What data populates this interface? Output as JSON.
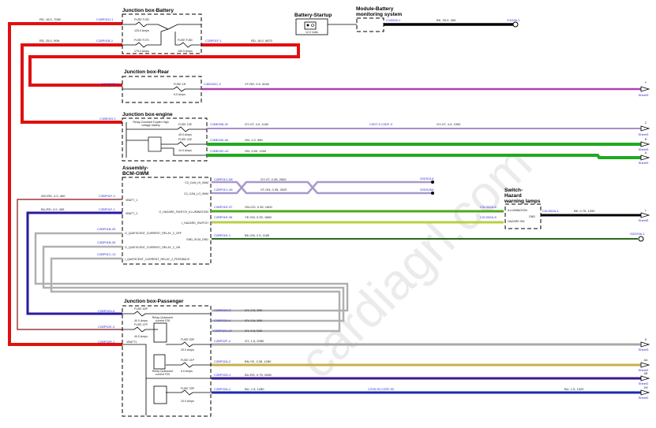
{
  "watermark": "cardiagrl.com",
  "components": {
    "jb_battery": {
      "title": "Junction box-Battery",
      "fuse1": "FUSE FJ30",
      "fuse1_amps": "125.0 Amps",
      "fuse2": "FUSE FJ70",
      "fuse2_amps": "175.0 Amps",
      "fuse3": "FUSE FJ80",
      "fuse3_amps": "150.0 Amps"
    },
    "battery_startup": {
      "title": "Battery-Startup",
      "voltage": "12.0 Volts"
    },
    "bms": {
      "title1": "Module-Battery",
      "title2": "monitoring system"
    },
    "jb_rear": {
      "title": "Junction box-Rear",
      "fuse": "FUSE 1R",
      "fuse_amps": "5.0 Amps"
    },
    "jb_engine": {
      "title": "Junction box-engine",
      "relay": "Relay-Constant Duplex High voltage battery",
      "fuse1": "FUSE 12E",
      "fuse1_amps": "40.0 Amps",
      "fuse2": "FUSE 42E",
      "fuse2_amps": "10.0 Amps"
    },
    "bcm": {
      "title1": "Assembly-",
      "title2": "BCM-GWM",
      "pins": [
        "C0_CAN_HI_0MM",
        "C0_CAN_LO_0MM",
        "VBATT_1",
        "VBATT_2",
        "O_HAZARD_SWITCH_ILLUMINATION",
        "I_HAZARD_SWITCH",
        "O_QUIESCENT_CURRENT_RELAY_2_OFF",
        "GND_SCM_GND",
        "O_QUIESCENT_CURRENT_RELAY_2_ON",
        "I_QUIESCENT_CURRENT_RELAY_2_FEEDBACK"
      ]
    },
    "hazard_switch": {
      "title1": "Switch-",
      "title2": "Hazard",
      "title3": "warning lamps",
      "pin1": "ILLUMINATION",
      "pin2": "GND",
      "pin3": "HAZARD SW"
    },
    "jb_passenger": {
      "title": "Junction box-Passenger",
      "fuse1": "FUSE 40P",
      "fuse1_amps": "40.0 Amps",
      "fuse2": "FUSE 47P",
      "fuse2_amps": "40.0 Amps",
      "vbatt": "VBATT1",
      "relay1": "Relay-Quiescent current F28",
      "fuse3": "FUSE 53P",
      "fuse3_amps": "20.0 Amps",
      "fuse4": "FUSE 21P",
      "fuse4_amps": "5.0 Amps",
      "relay2": "Relay-Quiescent current F20",
      "fuse5": "FUSE 33P",
      "fuse5_amps": "10.0 Amps"
    }
  },
  "wires": {
    "w1": {
      "from": "C1BP01D-1",
      "spec": "RD, 16.0, 7080",
      "color": "#e01010"
    },
    "w2": {
      "from": "C1BP01B-1",
      "spec": "RD, 25.0, 90N",
      "color": "#e01010"
    },
    "w3": {
      "from": "C1BP01F-1",
      "spec": "RD, 16.0, 6870",
      "color": "#e01010"
    },
    "w4": {
      "from": "C10D05-1",
      "to": "G1D08-1",
      "spec": "BK, 35.0, 465",
      "color": "#000000"
    },
    "w5": {
      "from": "C4WR02E-1",
      "out": "C4BO02C-2",
      "spec": "VT-RD, 0.5, 4040",
      "dest": "Y",
      "sheet": "Sheet3",
      "color": "#b040b0"
    },
    "w6": {
      "from": "C1BE003-1"
    },
    "w7": {
      "from": "C1BE008-32",
      "splice": "C2DT-3  C2DF-3",
      "spec": "GY-VT, 4.0, 1160",
      "spec2": "GY-VT, 4.0, 1900",
      "dest": "C",
      "sheet": "Sheet3",
      "color": "#a890c8"
    },
    "w8": {
      "from": "C1BE030-48",
      "spec": "GN, 1.0, 980",
      "dest": "B",
      "sheet": "Sheet3",
      "color": "#1faa1f"
    },
    "w9": {
      "from": "C1BE03C-42",
      "spec": "GN, 0.50, 1290",
      "dest": "A",
      "sheet": "Sheet3",
      "color": "#1faa1f"
    },
    "can_hi": {
      "from": "C2BP01C-58",
      "spec": "GY-VT, 0.35, 2600",
      "to": "S2DS21A",
      "color": "#a898cc"
    },
    "can_lo": {
      "from": "C2BP01C-46",
      "spec": "VT-GN, 0.35, 2520",
      "to": "S2DS26A",
      "color": "#a898cc"
    },
    "vbatt1": {
      "from": "C2BP01F-2",
      "spec": "WH-RD, 4.0, 460",
      "color": "#8a1010"
    },
    "vbatt2": {
      "from": "C2BP01F-1",
      "spec": "BU-RD, 4.0, 465",
      "color": "#2a1aa0"
    },
    "illum": {
      "from": "C2BP01E-37",
      "spec": "GN-OG, 0.35, 1600",
      "to": "C2LS02A-6",
      "color": "#4fa81a"
    },
    "hazsw": {
      "from": "C2BP01E-36",
      "spec": "YE-GN, 0.35, 1880",
      "to": "C2LS02A-5",
      "color": "#b8d040"
    },
    "gnd": {
      "from": "C2BP01E-1",
      "spec": "BK-GN, 2.5, 1180",
      "to": "G2D20A-1",
      "color": "#2a6a1a"
    },
    "haz_out": {
      "from": "C2LS02A-1",
      "spec": "BK, 0.75, 1290",
      "dest": "L",
      "sheet": "Sheet5",
      "color": "#000000"
    },
    "q_off": {
      "from": "C2BP01B-25"
    },
    "q_on": {
      "from": "C2BP01B-39"
    },
    "q_fb": {
      "from": "C2BP01C-12"
    },
    "p_in1": {
      "from": "C2BP02H-5"
    },
    "p_in2": {
      "from": "C2BP02K-3"
    },
    "p_in3": {
      "from": "C2BP02R-1"
    },
    "p_out1": {
      "from": "C2BP02H-3",
      "spec": "GY, 0.5, 390",
      "color": "#b0b0b0"
    },
    "p_out2": {
      "from": "C2BP02H-4",
      "spec": "GY, 0.5, 390",
      "color": "#b0b0b0"
    },
    "p_out3": {
      "from": "C2BP02H-13",
      "spec": "GY, 0.5, 530",
      "color": "#b0b0b0"
    },
    "p_out4": {
      "from": "C2BP02F-4",
      "spec": "GY, 1.5, 2080",
      "dest": "D",
      "sheet": "Sheet3",
      "color": "#a8a8a8"
    },
    "p_out5": {
      "from": "C2BP02A-2",
      "spec": "BN-YE, 0.35, 1280",
      "dest": "AA",
      "sheet": "Sheet2",
      "color": "#c8b048"
    },
    "p_out6": {
      "from": "C2BP02D-2",
      "spec": "BU-RD, 0.75, 2080",
      "dest": "AB",
      "sheet": "Sheet2",
      "color": "#3a1a90"
    },
    "p_out7": {
      "from": "C2BP02A-1",
      "splice": "C2S5-90  C2SF-90",
      "spec": "BU, 1.5, 1280",
      "spec2": "BU, 1.5, 1320",
      "dest": "JW",
      "sheet": "Sheet2",
      "color": "#1a2ab0"
    }
  }
}
